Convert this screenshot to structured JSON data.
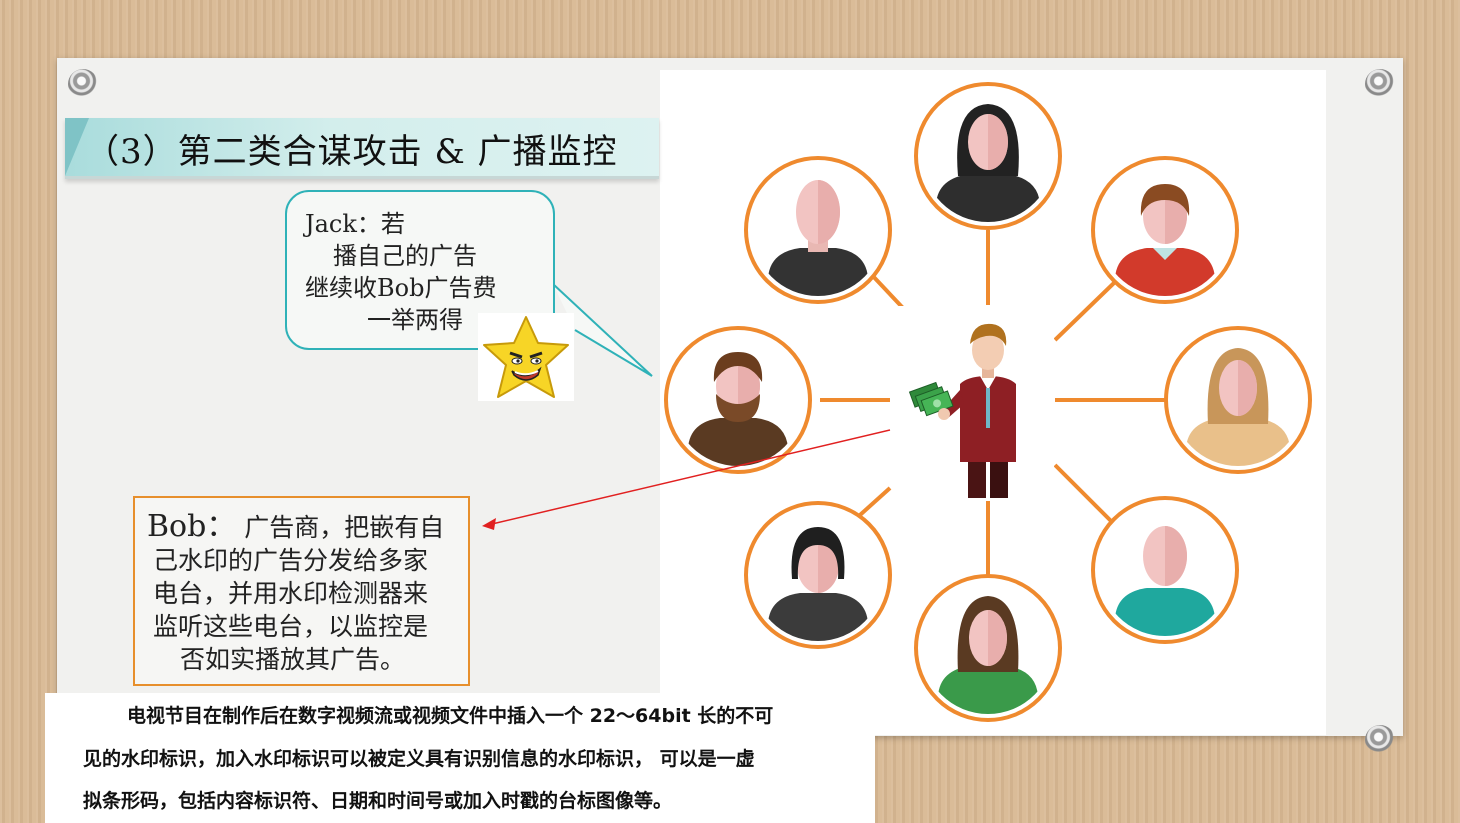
{
  "slide": {
    "title": "（3）第二类合谋攻击 & 广播监控",
    "speech_bubble": {
      "lines": [
        "Jack：若",
        "播自己的广告",
        "继续收Bob广告费",
        "一举两得"
      ]
    },
    "bob_box": {
      "name": "Bob：",
      "lines": [
        "广告商，把嵌有自",
        "己水印的广告分发给多家",
        "电台，并用水印检测器来",
        "监听这些电台，以监控是",
        "否如实播放其广告。"
      ]
    },
    "footnote": {
      "lines": [
        "电视节目在制作后在数字视频流或视频文件中插入一个 22～64bit 长的不可",
        "见的水印标识，加入水印标识可以被定义具有识别信息的水印标识， 可以是一虚",
        "拟条形码，包括内容标识符、日期和时间号或加入时戳的台标图像等。"
      ]
    }
  },
  "illustration": {
    "center": "businessman-with-money",
    "nodes": [
      "person-bald-dark",
      "person-woman-black-hair",
      "person-man-red-shirt",
      "person-bearded-man",
      "person-woman-blonde",
      "person-woman-dark-bob",
      "person-woman-brown-hair",
      "person-bald-teal"
    ]
  },
  "colors": {
    "ring": "#ef8a2e",
    "arrow": "#e12020",
    "bubble_border": "#2fb2b8",
    "box_border": "#e78f2c",
    "title_bg": "#cdeceb"
  }
}
